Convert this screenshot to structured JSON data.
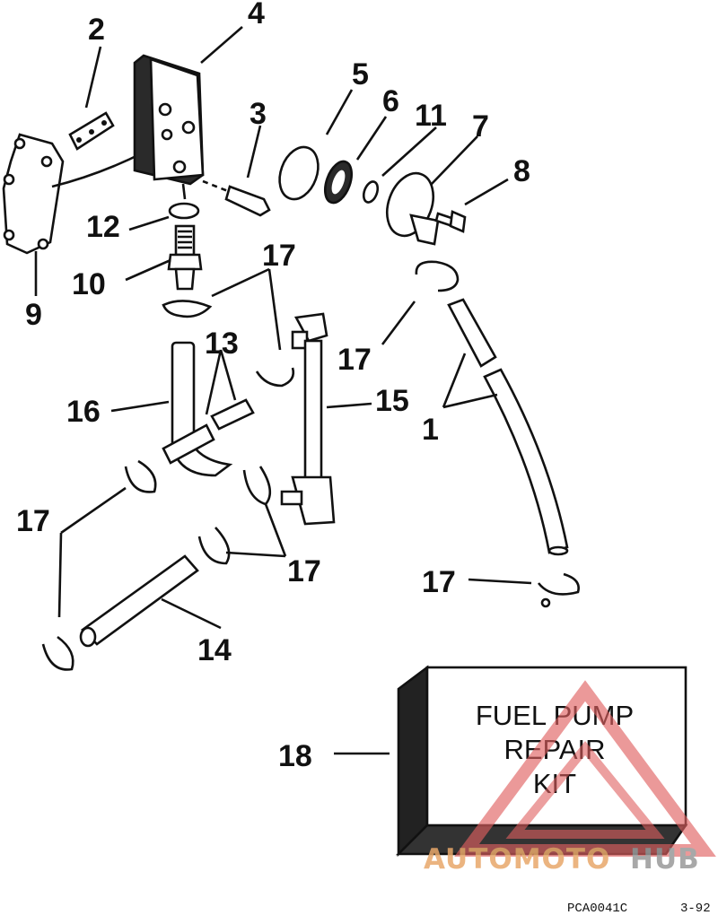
{
  "callouts": {
    "c1": "1",
    "c2": "2",
    "c3": "3",
    "c4": "4",
    "c5": "5",
    "c6": "6",
    "c7": "7",
    "c8": "8",
    "c9": "9",
    "c10": "10",
    "c11": "11",
    "c12": "12",
    "c13": "13",
    "c14": "14",
    "c15": "15",
    "c16": "16",
    "c17": "17",
    "c18": "18"
  },
  "kit_box": {
    "line1": "FUEL PUMP",
    "line2": "REPAIR",
    "line3": "KIT"
  },
  "watermark": {
    "text_part1": "AUTOMOTO",
    "text_part2": "HUB",
    "color_primary": "#e8a86a",
    "color_secondary": "#9a9a9a",
    "triangle_color": "#e06060"
  },
  "footer": {
    "code": "PCA0041C",
    "date": "3-92"
  }
}
